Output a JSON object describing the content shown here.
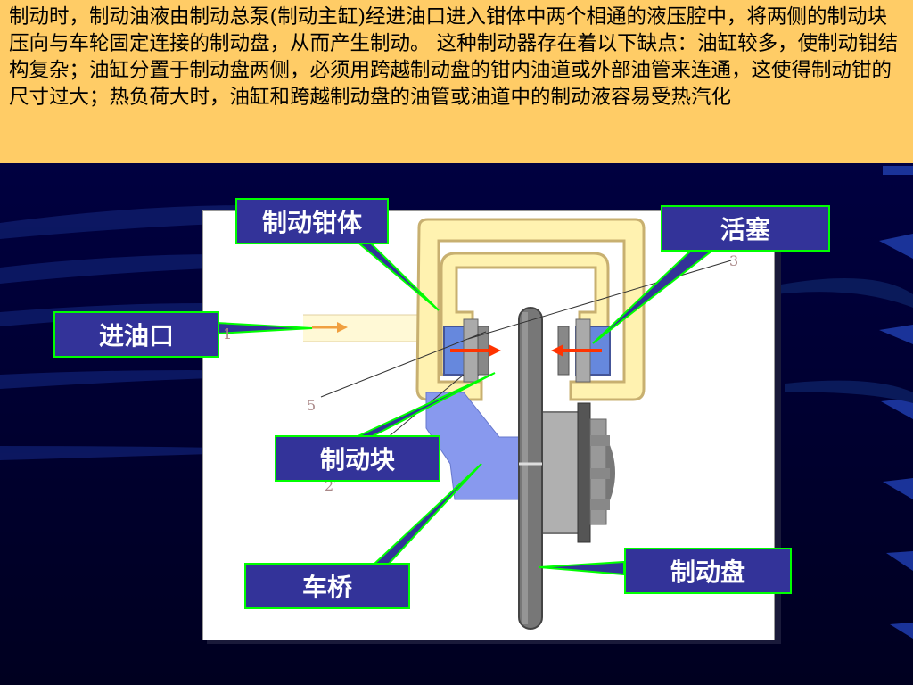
{
  "description_text": "制动时，制动油液由制动总泵(制动主缸)经进油口进入钳体中两个相通的液压腔中，将两侧的制动块压向与车轮固定连接的制动盘，从而产生制动。 这种制动器存在着以下缺点：油缸较多，使制动钳结构复杂；油缸分置于制动盘两侧，必须用跨越制动盘的钳内油道或外部油管来连通，这使得制动钳的尺寸过大；热负荷大时，油缸和跨越制动盘的油管或油道中的制动液容易受热汽化",
  "labels": {
    "caliper": "制动钳体",
    "piston": "活塞",
    "inlet": "进油口",
    "pad": "制动块",
    "axle": "车桥",
    "disc": "制动盘"
  },
  "numbers": {
    "n1": "1",
    "n2": "2",
    "n3": "3",
    "n5": "5"
  },
  "colors": {
    "label_bg": "#333399",
    "label_border": "#00ff00",
    "text_box_bg": "#ffcc66",
    "background": "#000033",
    "caliper_fill": "#fff2b0",
    "caliper_stroke": "#c8b070",
    "piston_fill": "#6688dd",
    "axle_fill": "#8899ee",
    "disc_fill": "#777777",
    "arrow": "#ff3300"
  }
}
